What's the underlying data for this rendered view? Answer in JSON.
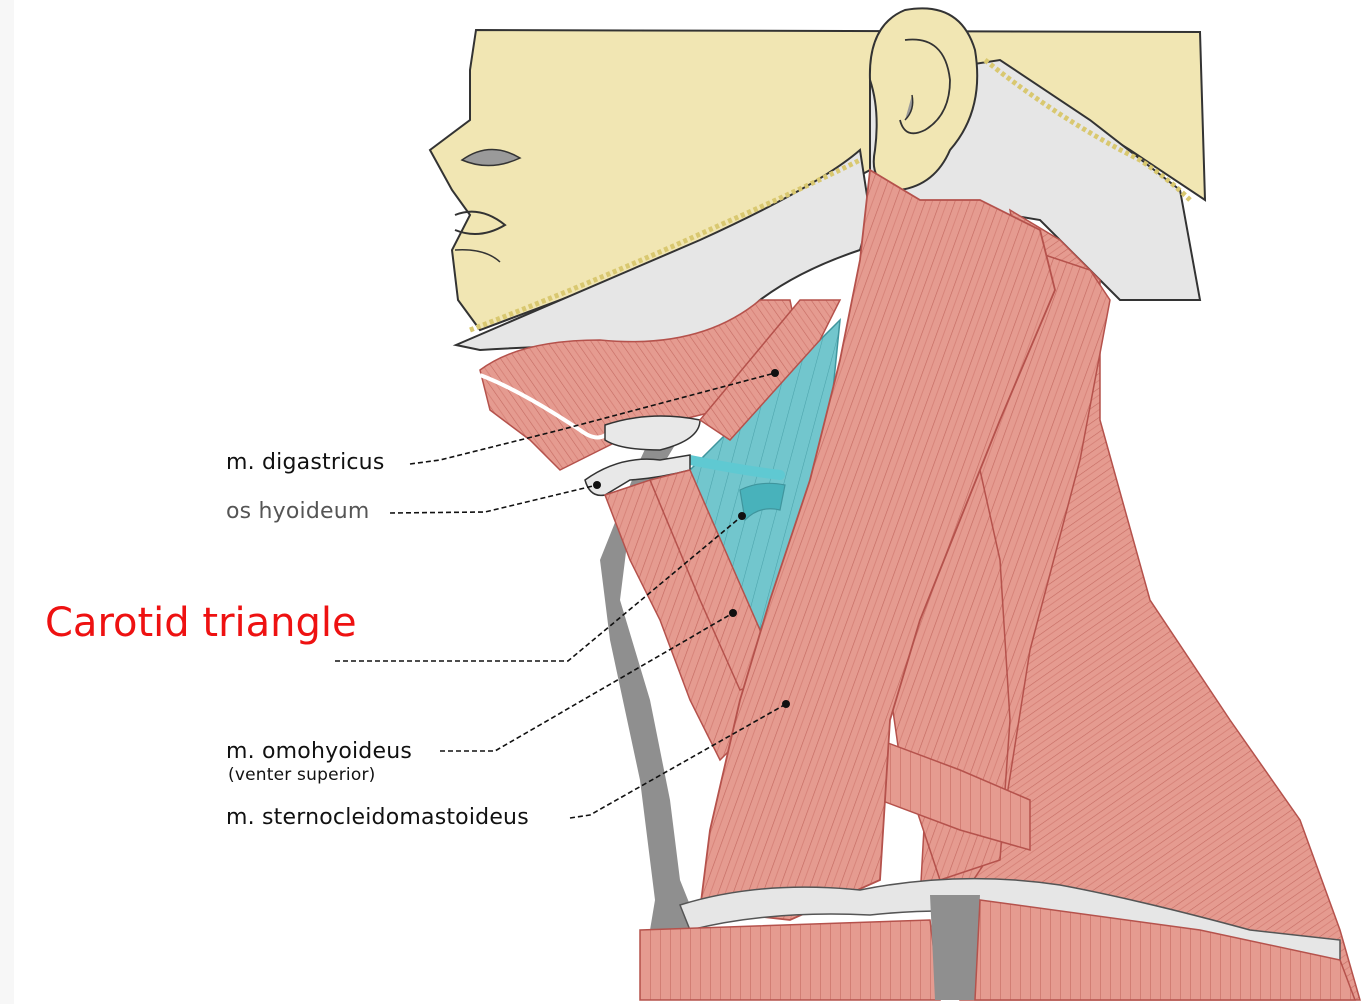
{
  "title": "Carotid triangle",
  "labels": {
    "digastric": "m. digastricus",
    "hyoid": "os hyoideum",
    "omohyoid": "m. omohyoideus",
    "omohyoid_sub": "(venter superior)",
    "scm": "m. sternocleidomastoideus"
  },
  "colors": {
    "skin": "#f1e6b3",
    "bone": "#e4e4e4",
    "muscle": "#e59b90",
    "muscle_line": "#b5524c",
    "triangle": "#59b9c2",
    "title": "#ee1111"
  }
}
